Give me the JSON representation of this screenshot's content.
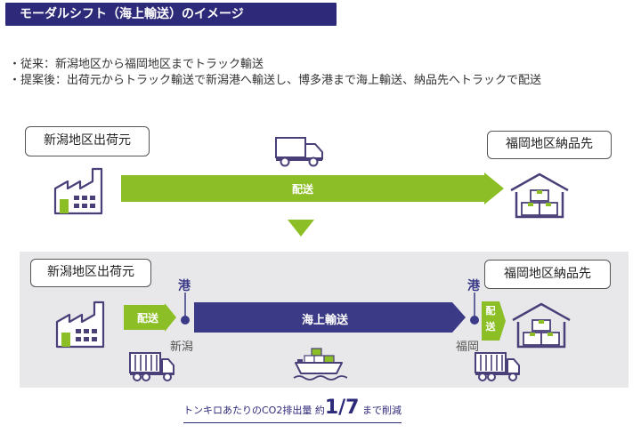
{
  "title": "モーダルシフト（海上輸送）のイメージ",
  "bullets": [
    "・従来：新潟地区から福岡地区までトラック輸送",
    "・提案後：出荷元からトラック輸送で新潟港へ輸送し、博多港まで海上輸送、納品先へトラックで配送"
  ],
  "before": {
    "origin": "新潟地区出荷元",
    "destination": "福岡地区納品先",
    "arrow_label": "配送"
  },
  "after": {
    "origin": "新潟地区出荷元",
    "destination": "福岡地区納品先",
    "left_delivery": "配送",
    "sea_label": "海上輸送",
    "right_delivery": "配送",
    "port_char": "港",
    "port_left_name": "新潟",
    "port_right_name": "福岡"
  },
  "note": {
    "prefix": "トンキロあたりのCO2排出量 約",
    "big": "1/7",
    "suffix": " まで削減"
  },
  "colors": {
    "title_bg": "#2e2a7a",
    "green": "#8cbf26",
    "navy": "#3b3a86",
    "icon_purple": "#4a3f78",
    "panel_bg": "#e8e8ea"
  }
}
